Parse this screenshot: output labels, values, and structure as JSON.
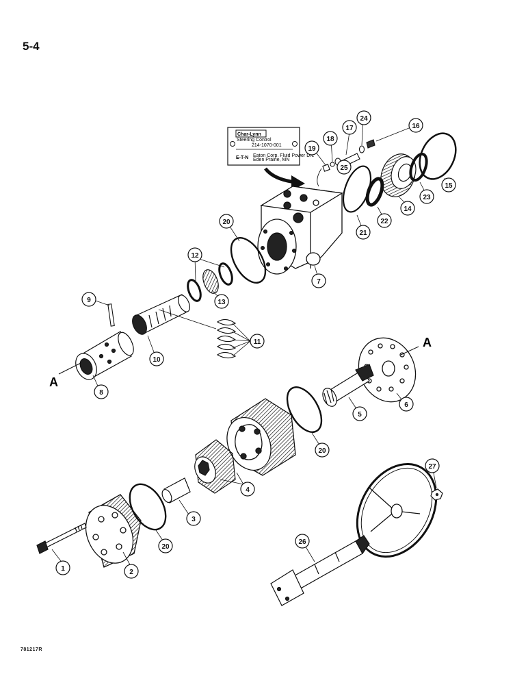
{
  "page_number": "5-4",
  "figure_code": "781217R",
  "section_labels": [
    "A",
    "A"
  ],
  "nameplate": {
    "brand": "Char-Lynn",
    "brand_sub": "Steering Control",
    "part_number": "214-1070-001",
    "maker": "E-T-N",
    "maker_line1": "Eaton Corp. Fluid Power Div.",
    "maker_line2": "Eden Prairie, MN"
  },
  "callouts": [
    "1",
    "2",
    "3",
    "4",
    "5",
    "6",
    "7",
    "8",
    "9",
    "10",
    "11",
    "12",
    "13",
    "14",
    "15",
    "16",
    "17",
    "18",
    "19",
    "20",
    "20",
    "20",
    "21",
    "22",
    "23",
    "24",
    "25",
    "26",
    "27"
  ],
  "colors": {
    "ink": "#111111",
    "paper": "#ffffff",
    "shade": "#444444"
  }
}
